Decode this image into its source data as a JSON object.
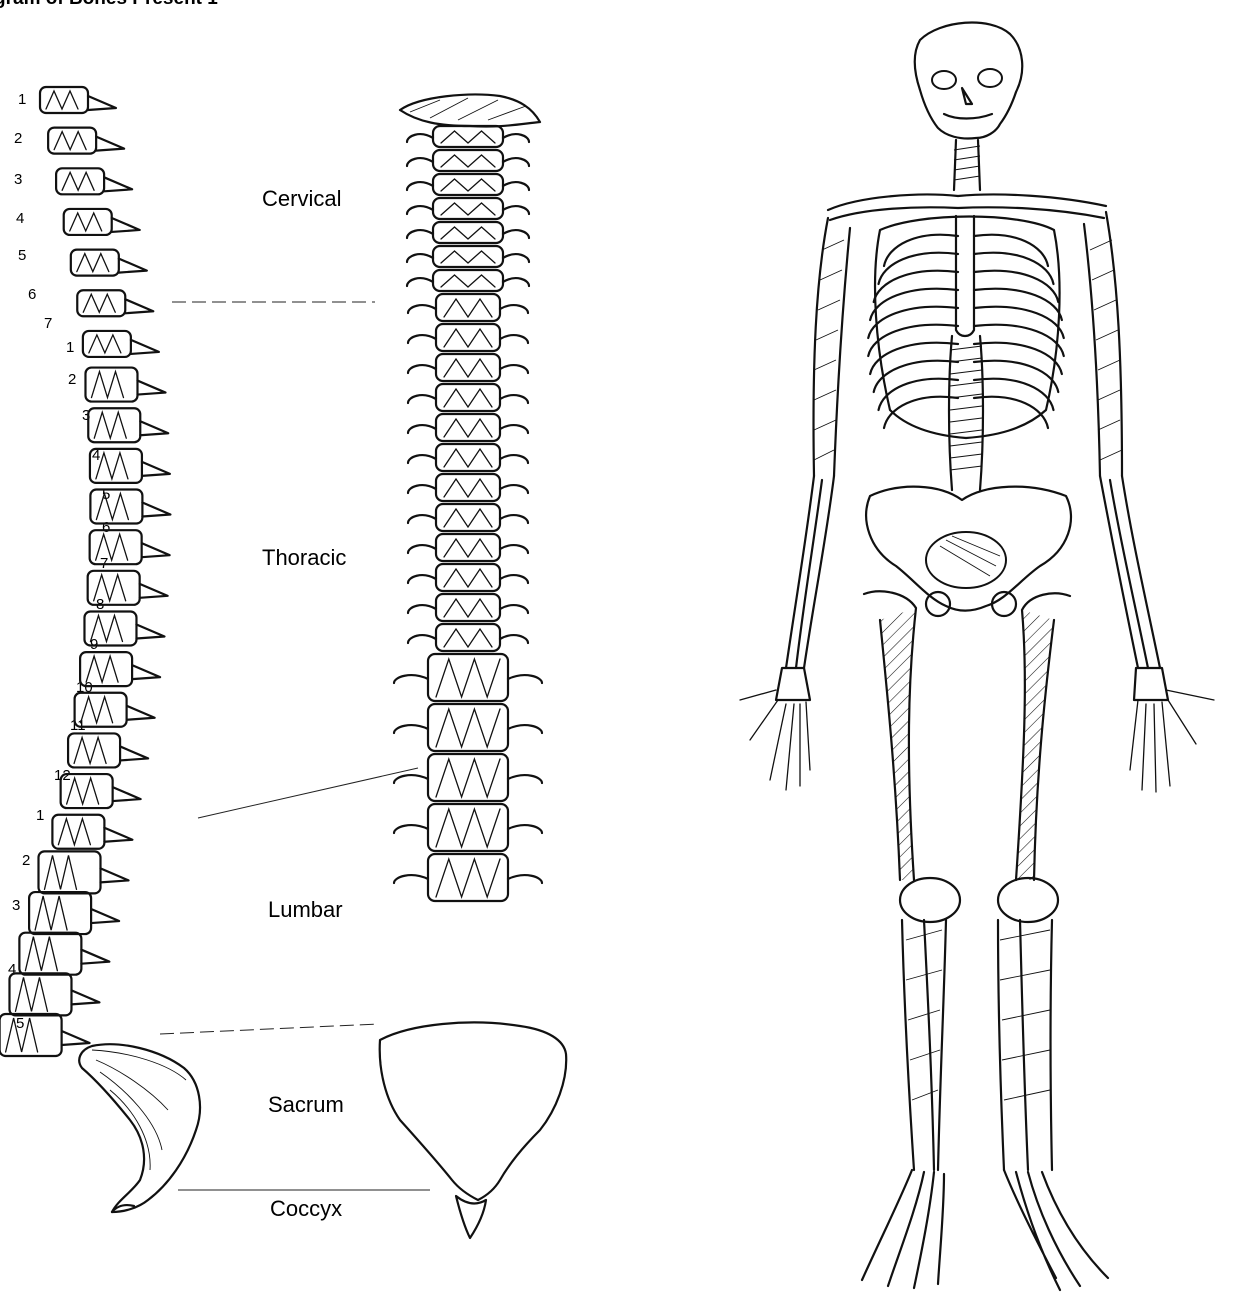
{
  "title": "gram of Bones Present  1",
  "regions": {
    "cervical": "Cervical",
    "thoracic": "Thoracic",
    "lumbar": "Lumbar",
    "sacrum": "Sacrum",
    "coccyx": "Coccyx"
  },
  "vertebra_numbers": {
    "cervical": [
      "1",
      "2",
      "3",
      "4",
      "5",
      "6",
      "7"
    ],
    "thoracic": [
      "1",
      "2",
      "3",
      "4",
      "5",
      "6",
      "7",
      "8",
      "9",
      "10",
      "11",
      "12"
    ],
    "lumbar": [
      "1",
      "2",
      "3",
      "4",
      "5"
    ]
  },
  "icons": [
    "spine-lateral-view-icon",
    "spine-anterior-view-icon",
    "full-skeleton-icon"
  ]
}
